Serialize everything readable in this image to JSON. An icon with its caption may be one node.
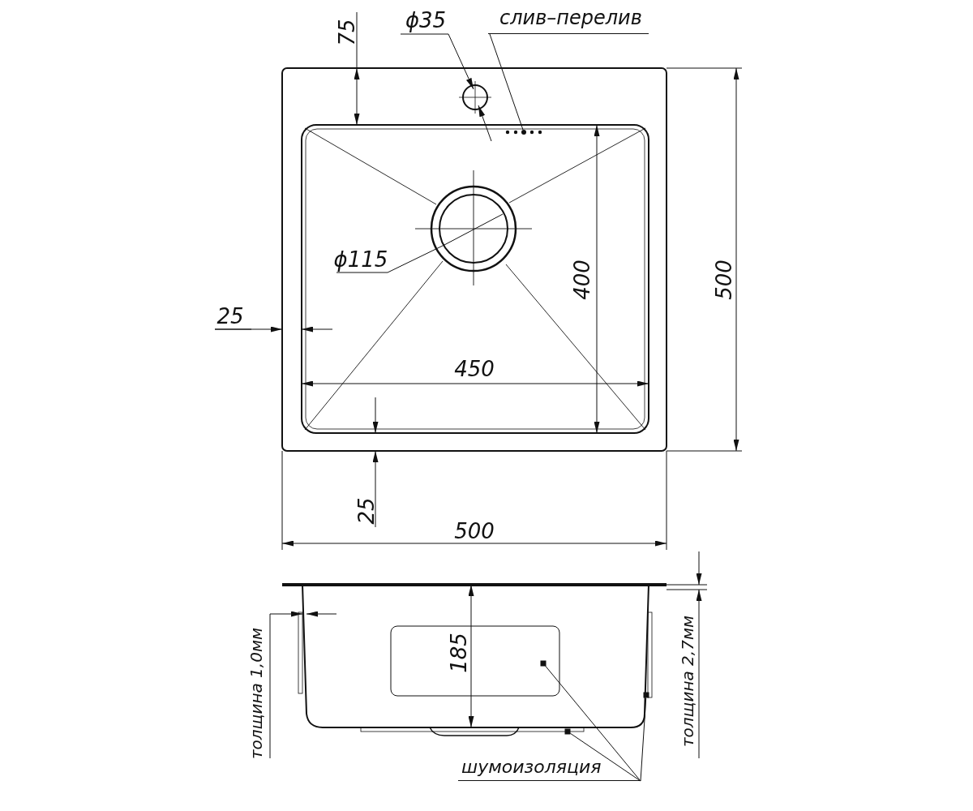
{
  "diagram": {
    "nodes": [
      {
        "text": [
          "слив–перелив"
        ]
      },
      {
        "text": [],
        "shape": "picture"
      },
      {
        "text": [
          "шумоизоляция"
        ]
      },
      {
        "text": [],
        "shape": "box"
      },
      {
        "text": [],
        "shape": "box"
      },
      {
        "text": [],
        "shape": "box"
      }
    ],
    "edges": [
      {
        "from": 0,
        "to": 1,
        "arrow": "none"
      },
      {
        "from": 2,
        "to": 3,
        "arrow": "none"
      },
      {
        "from": 2,
        "to": 4,
        "arrow": "none"
      },
      {
        "from": 2,
        "to": 5,
        "arrow": "none"
      }
    ],
    "labels": [
      "75",
      "ϕ35",
      "ϕ115",
      "400",
      "500",
      "25",
      "450",
      "25",
      "500",
      "185",
      "толщина 1,0мм",
      "толщина 2,7мм"
    ]
  }
}
